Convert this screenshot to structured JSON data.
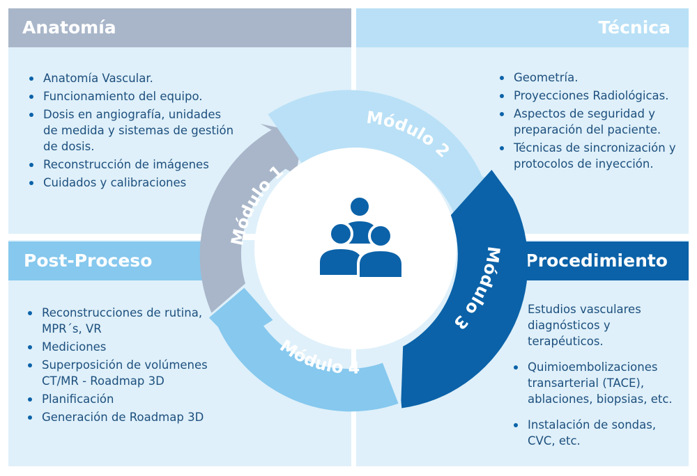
{
  "quadrants": {
    "anatomia": {
      "title": "Anatomía",
      "items": [
        "Anatomía Vascular.",
        "Funcionamiento del equipo.",
        "Dosis en angiografía, unidades de medida y sistemas de gestión de dosis.",
        "Reconstrucción de imágenes",
        "Cuidados y calibraciones"
      ]
    },
    "tecnica": {
      "title": "Técnica",
      "items": [
        "Geometría.",
        "Proyecciones Radiológicas.",
        "Aspectos de seguridad y preparación del paciente.",
        "Técnicas de sincronización y protocolos de inyección."
      ]
    },
    "post_proceso": {
      "title": "Post-Proceso",
      "items": [
        "Reconstrucciones de rutina, MPR´s, VR",
        "Mediciones",
        "Superposición de volúmenes CT/MR - Roadmap 3D",
        "Planificación",
        "Generación de Roadmap 3D"
      ]
    },
    "procedimiento": {
      "title": "Procedimiento",
      "items": [
        "Estudios vasculares diagnósticos y terapéuticos.",
        "Quimioembolizaciones transarterial (TACE), ablaciones, biopsias, etc.",
        "Instalación de sondas, CVC, etc."
      ]
    }
  },
  "cycle": {
    "modules": [
      {
        "label": "Módulo 1",
        "color": "#a9b6c9"
      },
      {
        "label": "Módulo 2",
        "color": "#b9e0f6"
      },
      {
        "label": "Módulo 3",
        "color": "#0b62a8"
      },
      {
        "label": "Módulo 4",
        "color": "#86c8ee"
      }
    ],
    "center_icon": "group-people-icon",
    "icon_color": "#0b62a8"
  }
}
